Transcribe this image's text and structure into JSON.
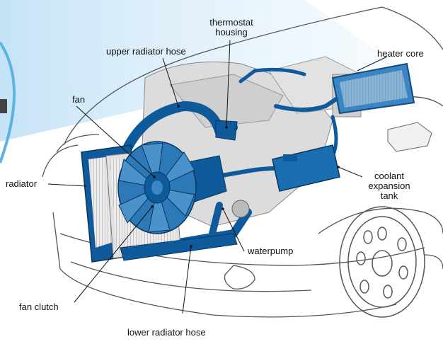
{
  "labels": {
    "thermostat_housing_line1": "thermostat",
    "thermostat_housing_line2": "housing",
    "upper_radiator_hose": "upper radiator hose",
    "heater_core": "heater core",
    "fan": "fan",
    "radiator": "radiator",
    "coolant_expansion_tank_line1": "coolant",
    "coolant_expansion_tank_line2": "expansion",
    "coolant_expansion_tank_line3": "tank",
    "waterpump": "waterpump",
    "fan_clutch": "fan clutch",
    "lower_radiator_hose": "lower radiator hose"
  },
  "colors": {
    "coolant_blue": "#0f5a9a",
    "coolant_light": "#3a86c4",
    "engine_grey": "#d9d9d9",
    "car_outline": "#555555",
    "beam": "#cfe6f6",
    "lens_ring": "#5bb3e3"
  }
}
